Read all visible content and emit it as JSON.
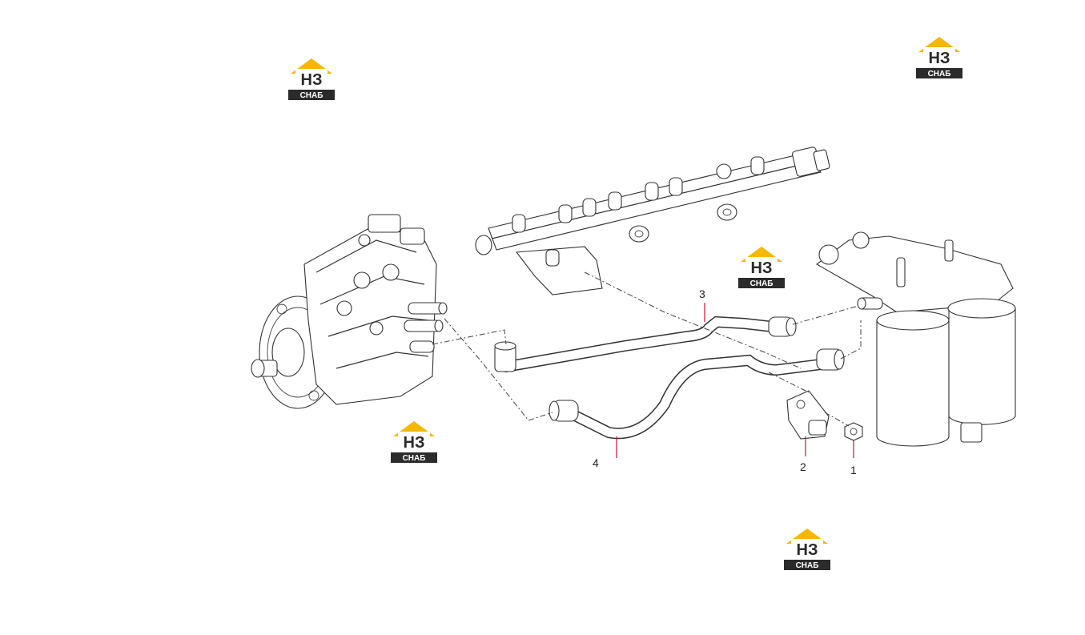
{
  "watermark": {
    "top_text": "НЗ",
    "bottom_text": "СНАБ",
    "accent_color": "#f5b800",
    "dark_color": "#2b2b2b"
  },
  "callouts": [
    {
      "id": "1",
      "label": "1"
    },
    {
      "id": "2",
      "label": "2"
    },
    {
      "id": "3",
      "label": "3"
    },
    {
      "id": "4",
      "label": "4"
    }
  ],
  "colors": {
    "line": "#333333",
    "leader": "#c8102e"
  }
}
